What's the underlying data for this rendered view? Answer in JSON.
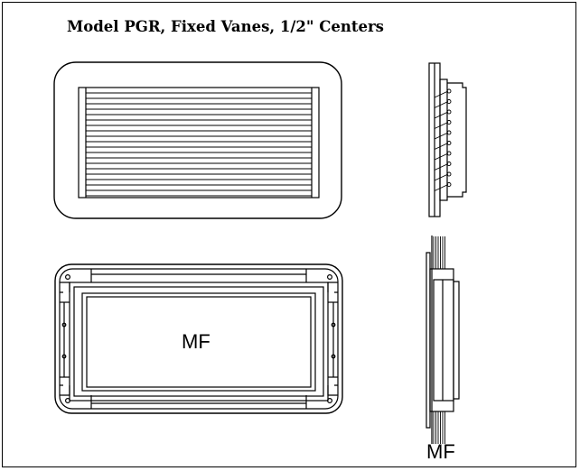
{
  "title": "Model PGR, Fixed Vanes, 1/2\" Centers",
  "views": {
    "front_view_label": "",
    "mounting_frame_label": "MF",
    "side_mf_label": "MF"
  },
  "colors": {
    "line": "#000000",
    "background": "#ffffff"
  }
}
